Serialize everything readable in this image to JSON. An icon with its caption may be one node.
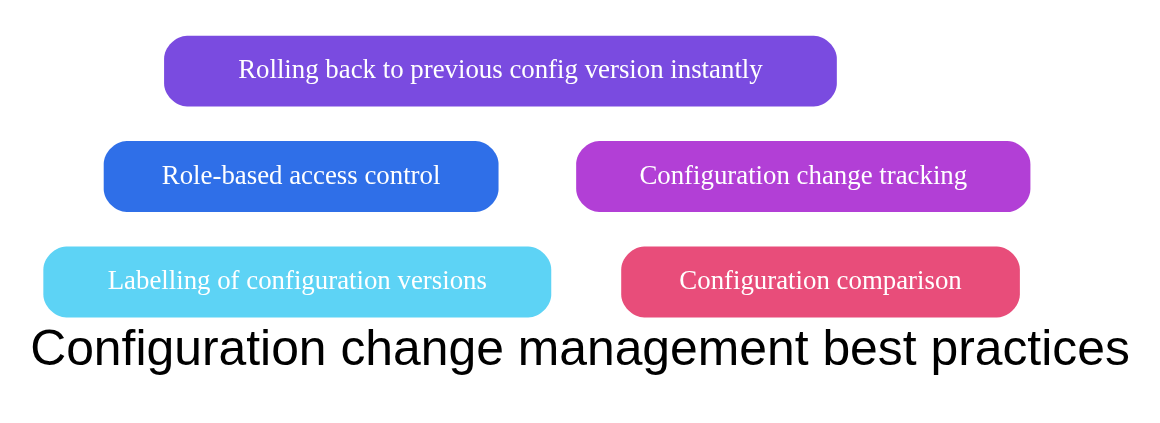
{
  "diagram": {
    "title": "Configuration change management best practices",
    "nodes": [
      {
        "text": [
          "Labelling of configuration versions"
        ]
      },
      {
        "text": [
          "Role-based access control"
        ]
      },
      {
        "text": [
          "Rolling back to previous config version instantly"
        ]
      },
      {
        "text": [
          "Configuration change tracking"
        ]
      },
      {
        "text": [
          "Configuration comparison"
        ]
      }
    ]
  }
}
